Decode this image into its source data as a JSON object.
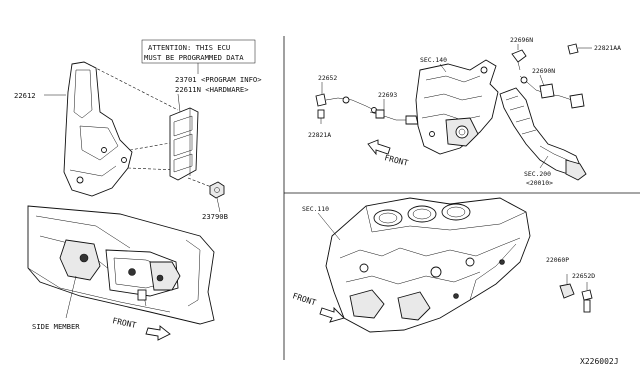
{
  "notice": {
    "line1": "ATTENTION: THIS ECU",
    "line2": "MUST BE PROGRAMMED DATA"
  },
  "labels": {
    "bracket": "22612",
    "ecu_program": "23701 <PROGRAM INFO>",
    "ecu_hardware": "22611N <HARDWARE>",
    "nut": "23790B",
    "side_member": "SIDE MEMBER",
    "front_left": "FRONT",
    "sensor1": "22652",
    "bolt1": "22821A",
    "sensor2": "22693",
    "sec140": "SEC.140",
    "front_mid": "FRONT",
    "clip": "22696N",
    "bolt2": "22821AA",
    "sensor3": "22690N",
    "sec200": "SEC.200",
    "sec200_sub": "<20010>",
    "sec110": "SEC.110",
    "front_bottom": "FRONT",
    "plug": "22060P",
    "bolt3": "22652D",
    "diagram_code": "X226002J"
  }
}
